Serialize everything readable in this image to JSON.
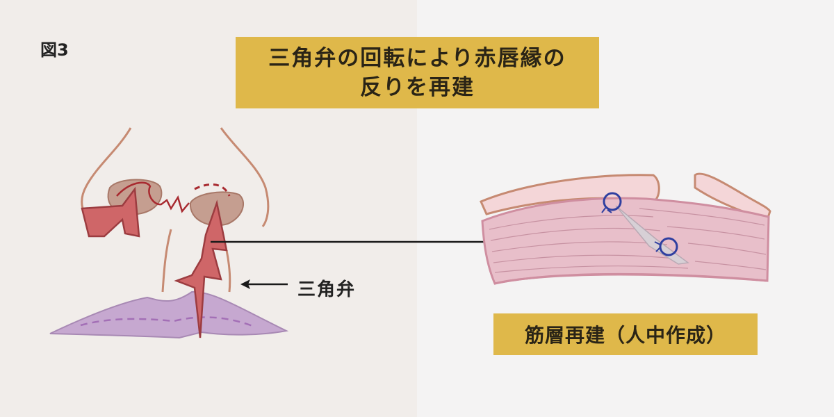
{
  "figure_label": "図3",
  "title": {
    "line1": "三角弁の回転により赤唇縁の",
    "line2": "反りを再建"
  },
  "annotation": {
    "flap_label": "三角弁"
  },
  "caption": "筋層再建（人中作成）",
  "colors": {
    "left_bg": "#f1edea",
    "right_bg": "#f4f3f3",
    "label_box": "#dfb84a",
    "skin_outline": "#c68a72",
    "nostril_fill": "#c59e90",
    "flap_red": "#cf6668",
    "flap_outline": "#9c3c40",
    "lip_purple": "#c6a8d0",
    "muscle_pink": "#e8bfca",
    "suture_blue": "#2f3fa0"
  },
  "icons": [
    "arrow-left-icon",
    "suture-loop-icon"
  ]
}
